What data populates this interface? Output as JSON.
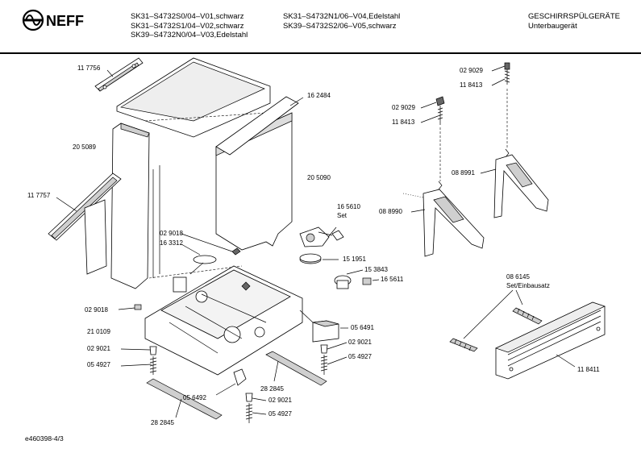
{
  "header": {
    "brand": "NEFF",
    "models_col1": [
      "SK31–S4732S0/04–V01,schwarz",
      "SK31–S4732S1/04–V02,schwarz",
      "SK39–S4732N0/04–V03,Edelstahl"
    ],
    "models_col2": [
      "SK31–S4732N1/06–V04,Edelstahl",
      "SK39–S4732S2/06–V05,schwarz"
    ],
    "category": [
      "GESCHIRRSPÜLGERÄTE",
      "Unterbaugerät"
    ]
  },
  "labels": {
    "p117756": "11 7756",
    "p162484": "16 2484",
    "p205089": "20 5089",
    "p205090": "20 5090",
    "p117757": "11 7757",
    "p165610": "16 5610",
    "p165610b": "Set",
    "p029018a": "02 9018",
    "p163312": "16 3312",
    "p151951": "15 1951",
    "p153843": "15 3843",
    "p165611": "16 5611",
    "p029018b": "02 9018",
    "p210109": "21 0109",
    "p056491": "05 6491",
    "p029021a": "02 9021",
    "p029021b": "02 9021",
    "p054927a": "05 4927",
    "p054927b": "05 4927",
    "p282845a": "28 2845",
    "p056492": "05 6492",
    "p029021c": "02 9021",
    "p054927c": "05 4927",
    "p282845b": "28 2845",
    "r029029a": "02 9029",
    "r118413a": "11 8413",
    "r029029b": "02 9029",
    "r118413b": "11 8413",
    "r088991": "08 8991",
    "r088990": "08 8990",
    "r086145": "08 6145",
    "r086145b": "Set/Einbausatz",
    "r118411": "11 8411"
  },
  "footer": {
    "doc_id": "e460398-4/3"
  }
}
